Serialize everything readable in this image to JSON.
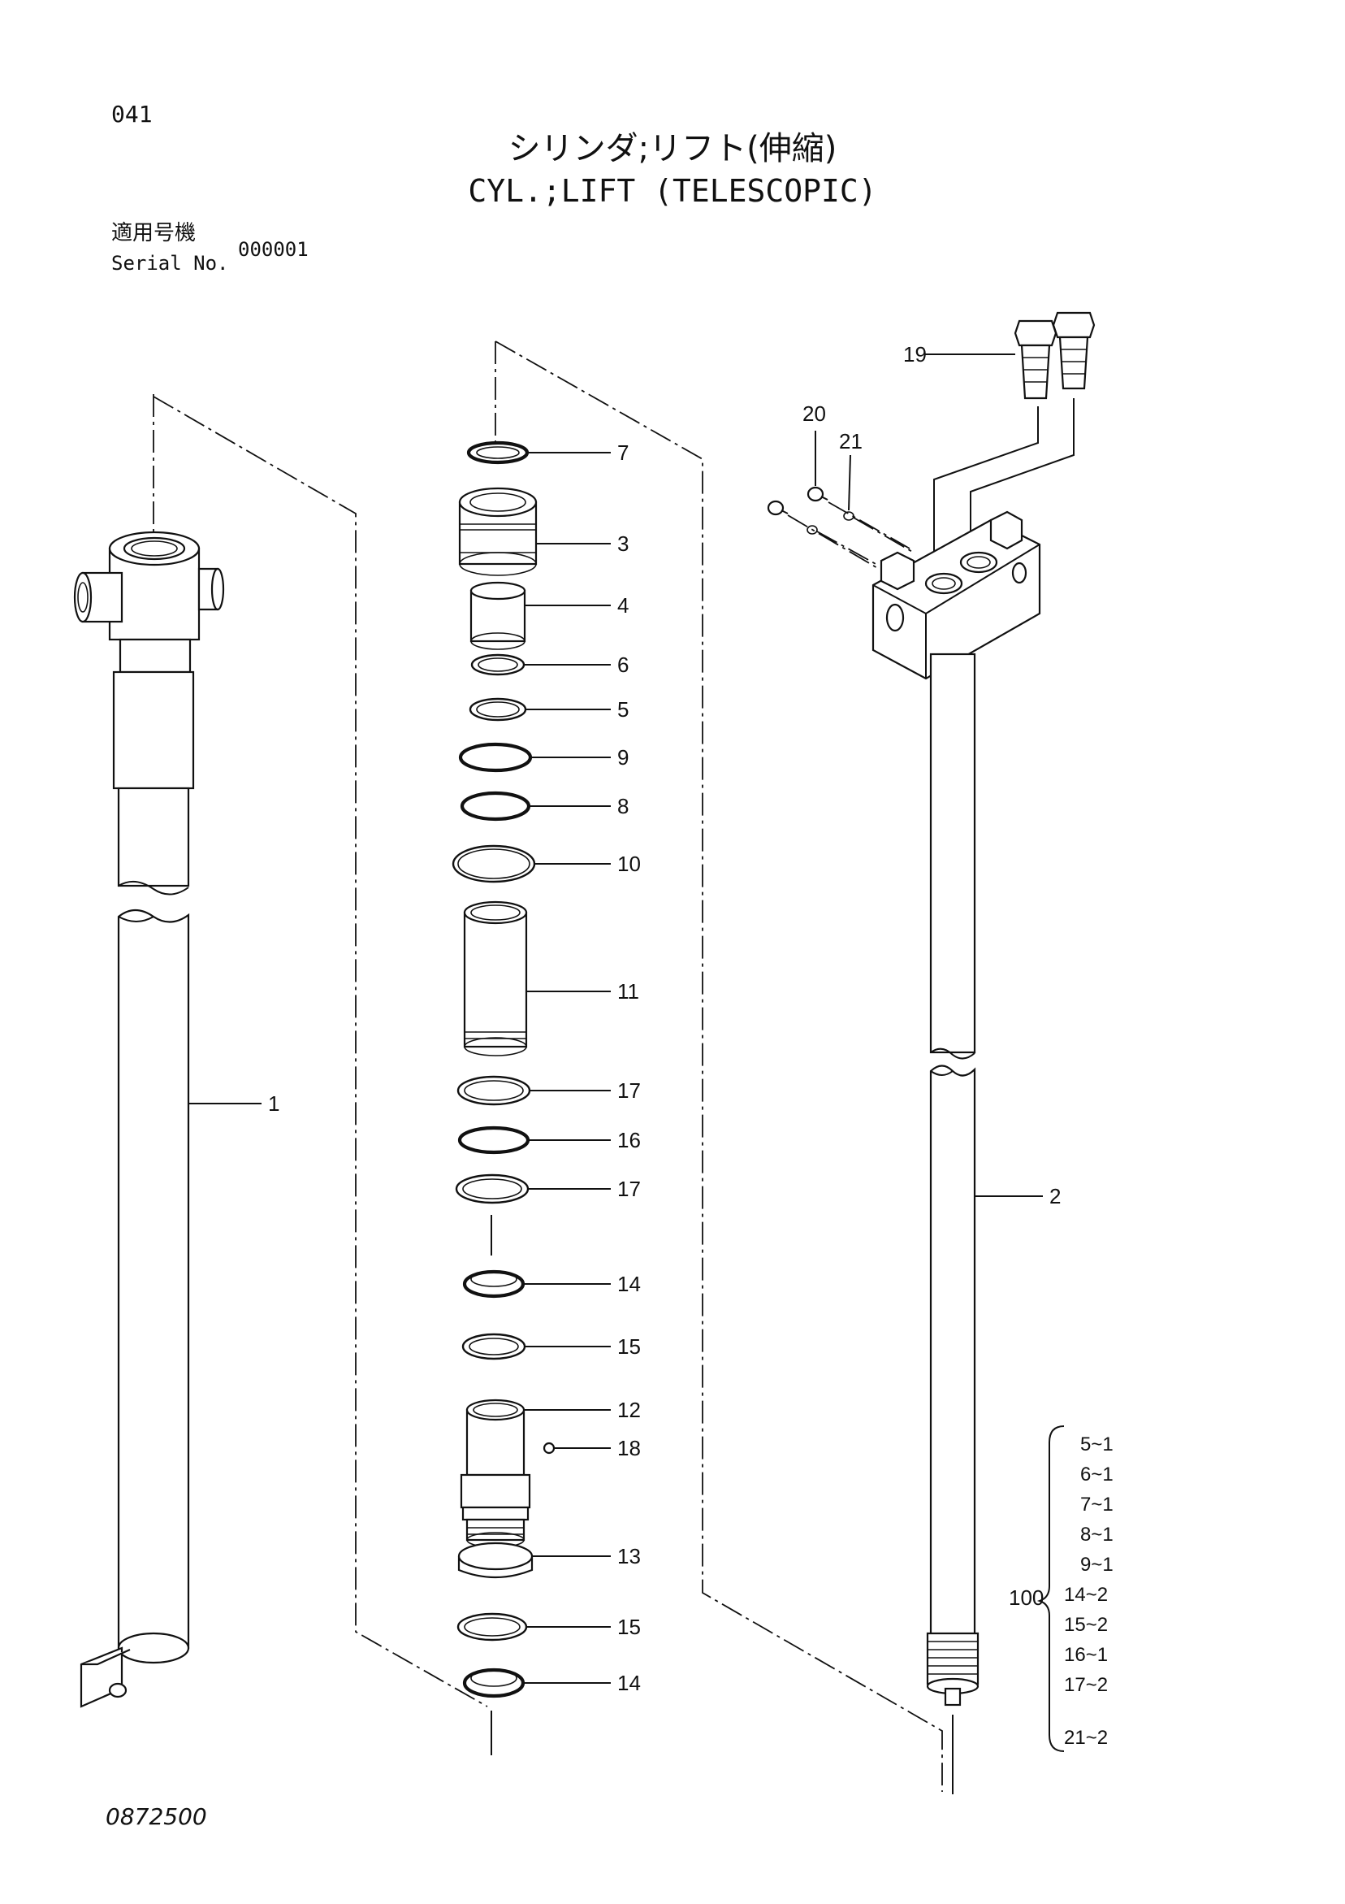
{
  "header": {
    "page_number": "041",
    "title_jp": "シリンダ;リフト(伸縮)",
    "title_en": "CYL.;LIFT (TELESCOPIC)",
    "serial_label_jp": "適用号機",
    "serial_label_en": "Serial No.",
    "serial_value": "000001"
  },
  "callouts": [
    "19",
    "20",
    "21",
    "7",
    "3",
    "4",
    "6",
    "5",
    "9",
    "8",
    "10",
    "11",
    "1",
    "17",
    "16",
    "17",
    "14",
    "15",
    "12",
    "18",
    "13",
    "15",
    "14",
    "2"
  ],
  "kit": {
    "label": "100",
    "items": [
      "5~1",
      "6~1",
      "7~1",
      "8~1",
      "9~1",
      "14~2",
      "15~2",
      "16~1",
      "17~2",
      "21~2"
    ]
  },
  "footer": {
    "drawing_code": "0872500"
  }
}
